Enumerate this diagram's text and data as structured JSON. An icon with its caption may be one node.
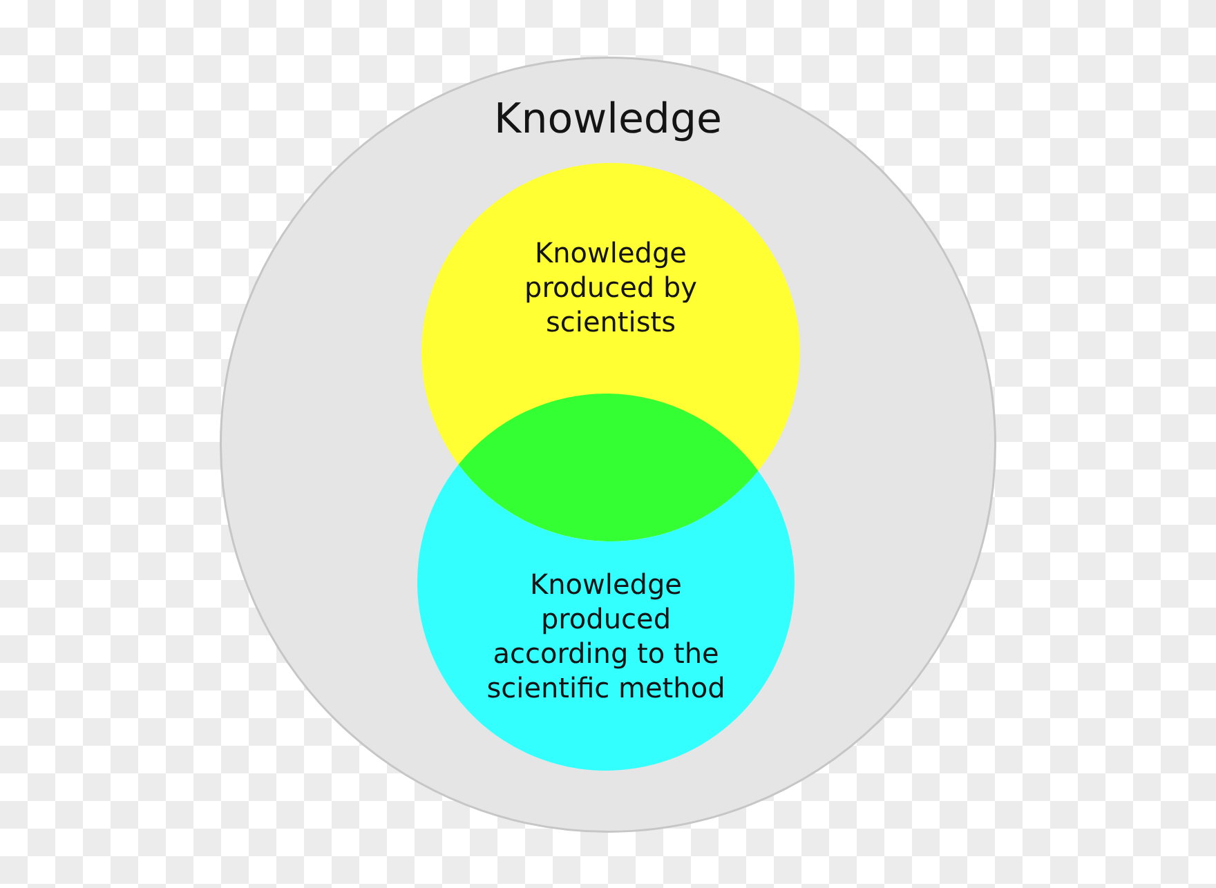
{
  "diagram": {
    "nodes": [
      {
        "text": [
          "Knowledge"
        ]
      },
      {
        "text": [
          "Knowledge produced by scientists"
        ],
        "in": 0
      },
      {
        "text": [
          "Knowledge produced according to the scientific method"
        ],
        "in": 0
      }
    ]
  }
}
